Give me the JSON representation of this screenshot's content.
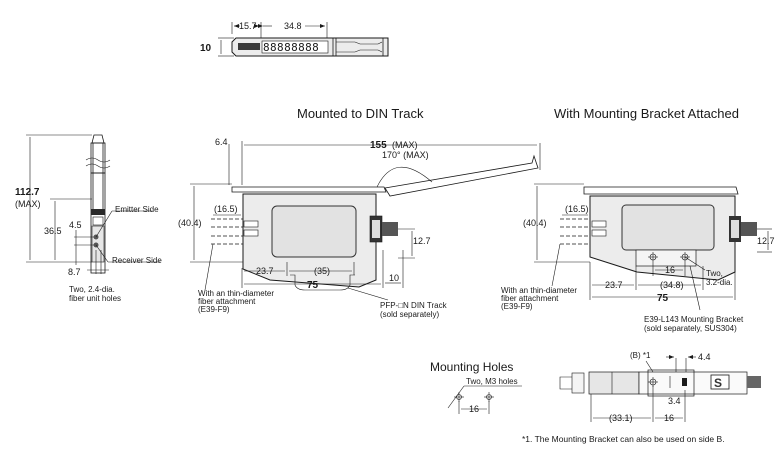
{
  "top_view": {
    "dim_a": "15.7",
    "dim_b": "34.8",
    "dim_height": "10"
  },
  "side_view": {
    "height_value": "112.7",
    "height_note": "(MAX)",
    "dim_36": "36.5",
    "dim_45": "4.5",
    "dim_87": "8.7",
    "emitter_label": "Emitter Side",
    "receiver_label": "Receiver Side",
    "holes_note_line1": "Two, 2.4-dia.",
    "holes_note_line2": "fiber unit holes"
  },
  "din_view": {
    "title": "Mounted to DIN Track",
    "dim_64": "6.4",
    "dim_155": "155",
    "dim_155_note": "(MAX)",
    "angle": "170° (MAX)",
    "dim_404": "(40.4)",
    "dim_165": "(16.5)",
    "dim_127": "12.7",
    "dim_237": "23.7",
    "dim_35": "(35)",
    "dim_10": "10",
    "dim_75": "75",
    "fiber_note_line1": "With an thin-diameter",
    "fiber_note_line2": "fiber attachment",
    "fiber_note_line3": "(E39-F9)",
    "track_note_line1": "PFP-□N DIN Track",
    "track_note_line2": "(sold separately)"
  },
  "bracket_view": {
    "title": "With Mounting Bracket Attached",
    "dim_404": "(40.4)",
    "dim_165": "(16.5)",
    "dim_127": "12.7",
    "dim_16": "16",
    "dim_237": "23.7",
    "dim_348": "(34.8)",
    "dim_75": "75",
    "holes_line1": "Two,",
    "holes_line2": "3.2-dia.",
    "fiber_note_line1": "With an thin-diameter",
    "fiber_note_line2": "fiber attachment",
    "fiber_note_line3": "(E39-F9)",
    "bracket_note_line1": "E39-L143 Mounting Bracket",
    "bracket_note_line2": "(sold separately, SUS304)"
  },
  "mounting_holes": {
    "title": "Mounting Holes",
    "note": "Two, M3 holes",
    "dim_16": "16"
  },
  "bottom_view": {
    "side_label": "(B) *1",
    "dim_44": "4.4",
    "dim_34": "3.4",
    "dim_331": "(33.1)",
    "dim_16": "16"
  },
  "footnote": "*1.   The Mounting Bracket can also be used on side B."
}
